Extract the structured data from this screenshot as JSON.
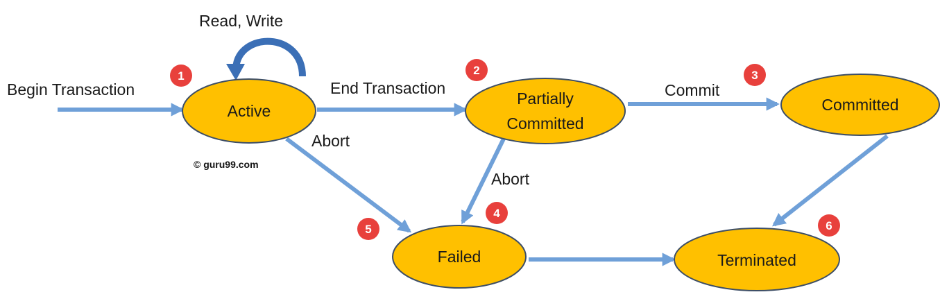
{
  "states": {
    "active": "Active",
    "partially_line1": "Partially",
    "partially_line2": "Committed",
    "committed": "Committed",
    "failed": "Failed",
    "terminated": "Terminated"
  },
  "edges": {
    "begin": "Begin Transaction",
    "read_write": "Read, Write",
    "end": "End Transaction",
    "commit": "Commit",
    "abort_active": "Abort",
    "abort_partial": "Abort"
  },
  "badges": {
    "b1": "1",
    "b2": "2",
    "b3": "3",
    "b4": "4",
    "b5": "5",
    "b6": "6"
  },
  "watermark": "© guru99.com",
  "colors": {
    "state_fill": "#FFC000",
    "state_stroke": "#3D4E66",
    "arrow": "#6FA0D8",
    "badge": "#E8403C",
    "loop_arrow": "#3B6FB6"
  }
}
